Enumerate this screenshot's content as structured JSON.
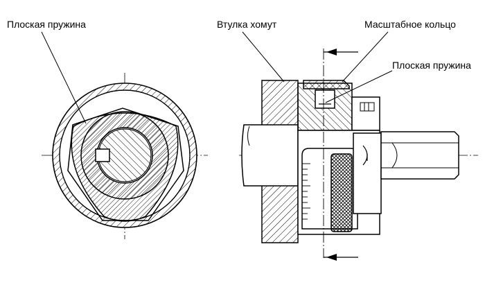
{
  "labels": {
    "left_flat_spring": "Плоская пружина",
    "sleeve_clamp": "Втулка хомут",
    "scale_ring": "Масштабное кольцо",
    "right_flat_spring": "Плоская пружина"
  },
  "colors": {
    "line": "#000000",
    "background": "#ffffff"
  }
}
